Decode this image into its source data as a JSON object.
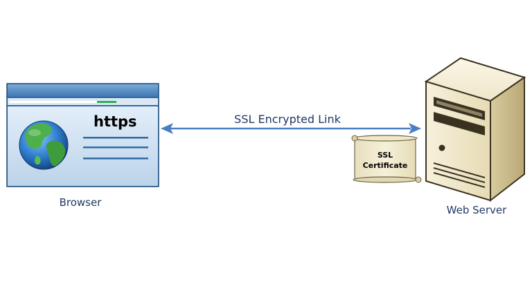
{
  "diagram": {
    "browser": {
      "protocol_text": "https",
      "label": "Browser"
    },
    "link": {
      "label": "SSL Encrypted Link"
    },
    "certificate": {
      "line1": "SSL",
      "line2": "Certificate"
    },
    "server": {
      "label": "Web Server"
    }
  },
  "colors": {
    "browser_frame": "#2f6aa3",
    "browser_titlebar": "#5b91c4",
    "browser_body": "#cfe0f2",
    "arrow": "#4a7fc1",
    "label_text": "#1f3864",
    "server_body": "#efe7c9",
    "certificate_paper": "#f3ecd2"
  }
}
